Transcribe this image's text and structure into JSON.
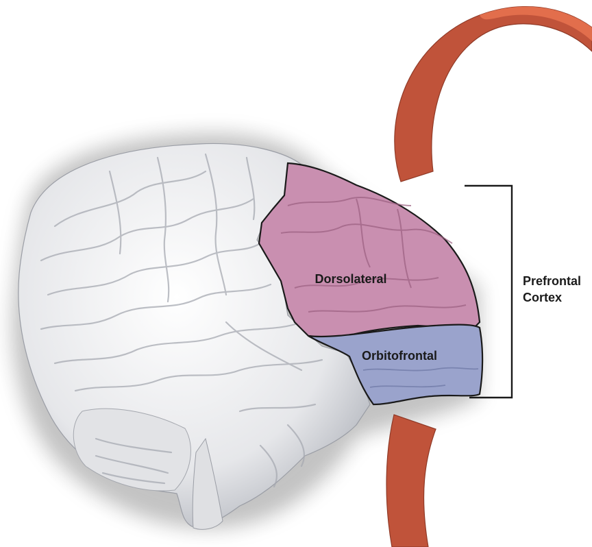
{
  "figure": {
    "regions": [
      {
        "id": "dorsolateral",
        "label": "Dorsolateral",
        "fill": "#c98fb0"
      },
      {
        "id": "orbitofrontal",
        "label": "Orbitofrontal",
        "fill": "#9aa3cc"
      }
    ],
    "bracket": {
      "label_line1": "Prefrontal",
      "label_line2": "Cortex"
    },
    "colors": {
      "brain": "#e9eaec",
      "outline": "#1a1a1a",
      "arc": "#c0533a",
      "arc_highlight": "#e6714f"
    }
  }
}
